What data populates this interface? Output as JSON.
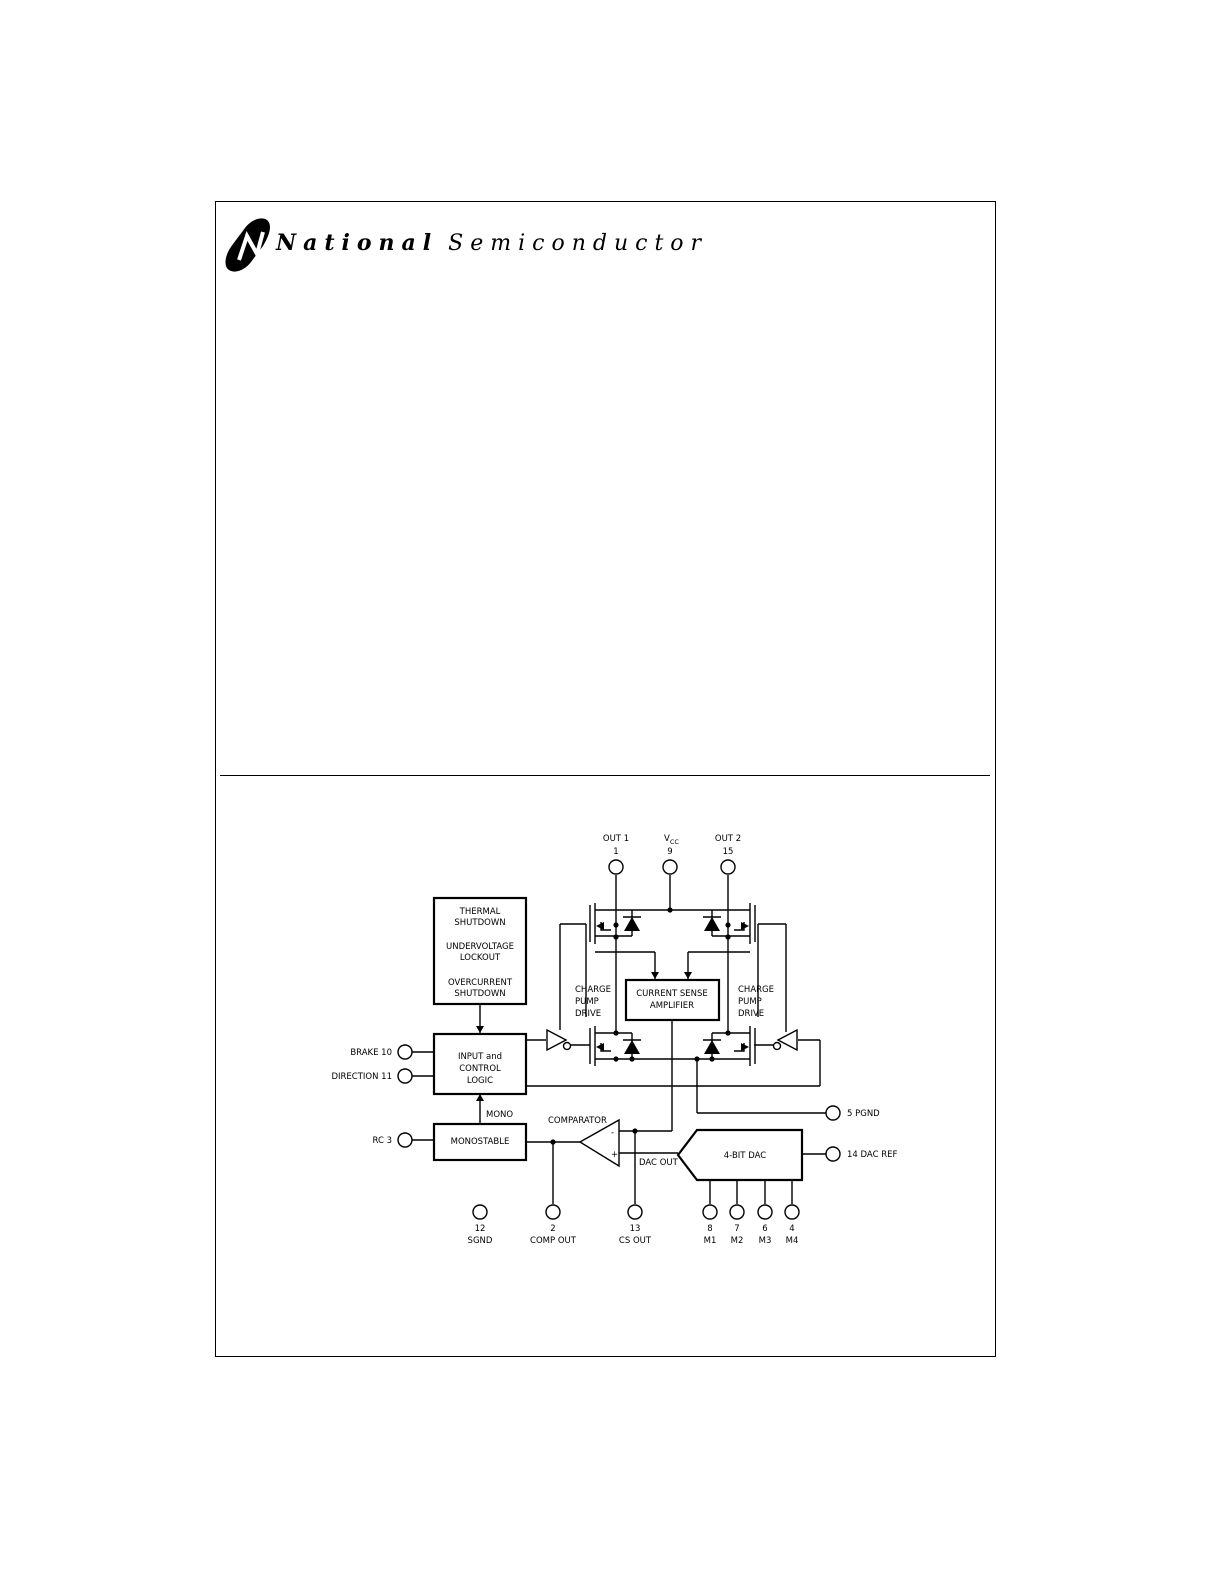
{
  "brand": {
    "name_bold": "National",
    "name_light": "Semiconductor"
  },
  "diagram": {
    "blocks": {
      "protection": [
        "THERMAL",
        "SHUTDOWN",
        "UNDERVOLTAGE",
        "LOCKOUT",
        "OVERCURRENT",
        "SHUTDOWN"
      ],
      "control": [
        "INPUT and",
        "CONTROL",
        "LOGIC"
      ],
      "monostable": "MONOSTABLE",
      "current_sense": [
        "CURRENT SENSE",
        "AMPLIFIER"
      ],
      "dac": "4-BIT DAC",
      "charge_pump_left": [
        "CHARGE",
        "PUMP",
        "DRIVE"
      ],
      "charge_pump_right": [
        "CHARGE",
        "PUMP",
        "DRIVE"
      ]
    },
    "signals": {
      "mono": "MONO",
      "comparator": "COMPARATOR",
      "dac_out": "DAC OUT",
      "minus": "-",
      "plus": "+"
    },
    "pins_top": [
      {
        "name": "OUT 1",
        "num": "1"
      },
      {
        "name": "V",
        "sub": "CC",
        "num": "9"
      },
      {
        "name": "OUT 2",
        "num": "15"
      }
    ],
    "pins_left": [
      {
        "label": "BRAKE  10"
      },
      {
        "label": "DIRECTION  11"
      },
      {
        "label": "RC  3"
      }
    ],
    "pins_right": [
      {
        "label": "5  PGND"
      },
      {
        "label": "14  DAC REF"
      }
    ],
    "pins_bottom": [
      {
        "num": "12",
        "name": "SGND"
      },
      {
        "num": "2",
        "name": "COMP OUT"
      },
      {
        "num": "13",
        "name": "CS OUT"
      },
      {
        "num": "8",
        "name": "M1"
      },
      {
        "num": "7",
        "name": "M2"
      },
      {
        "num": "6",
        "name": "M3"
      },
      {
        "num": "4",
        "name": "M4"
      }
    ]
  }
}
